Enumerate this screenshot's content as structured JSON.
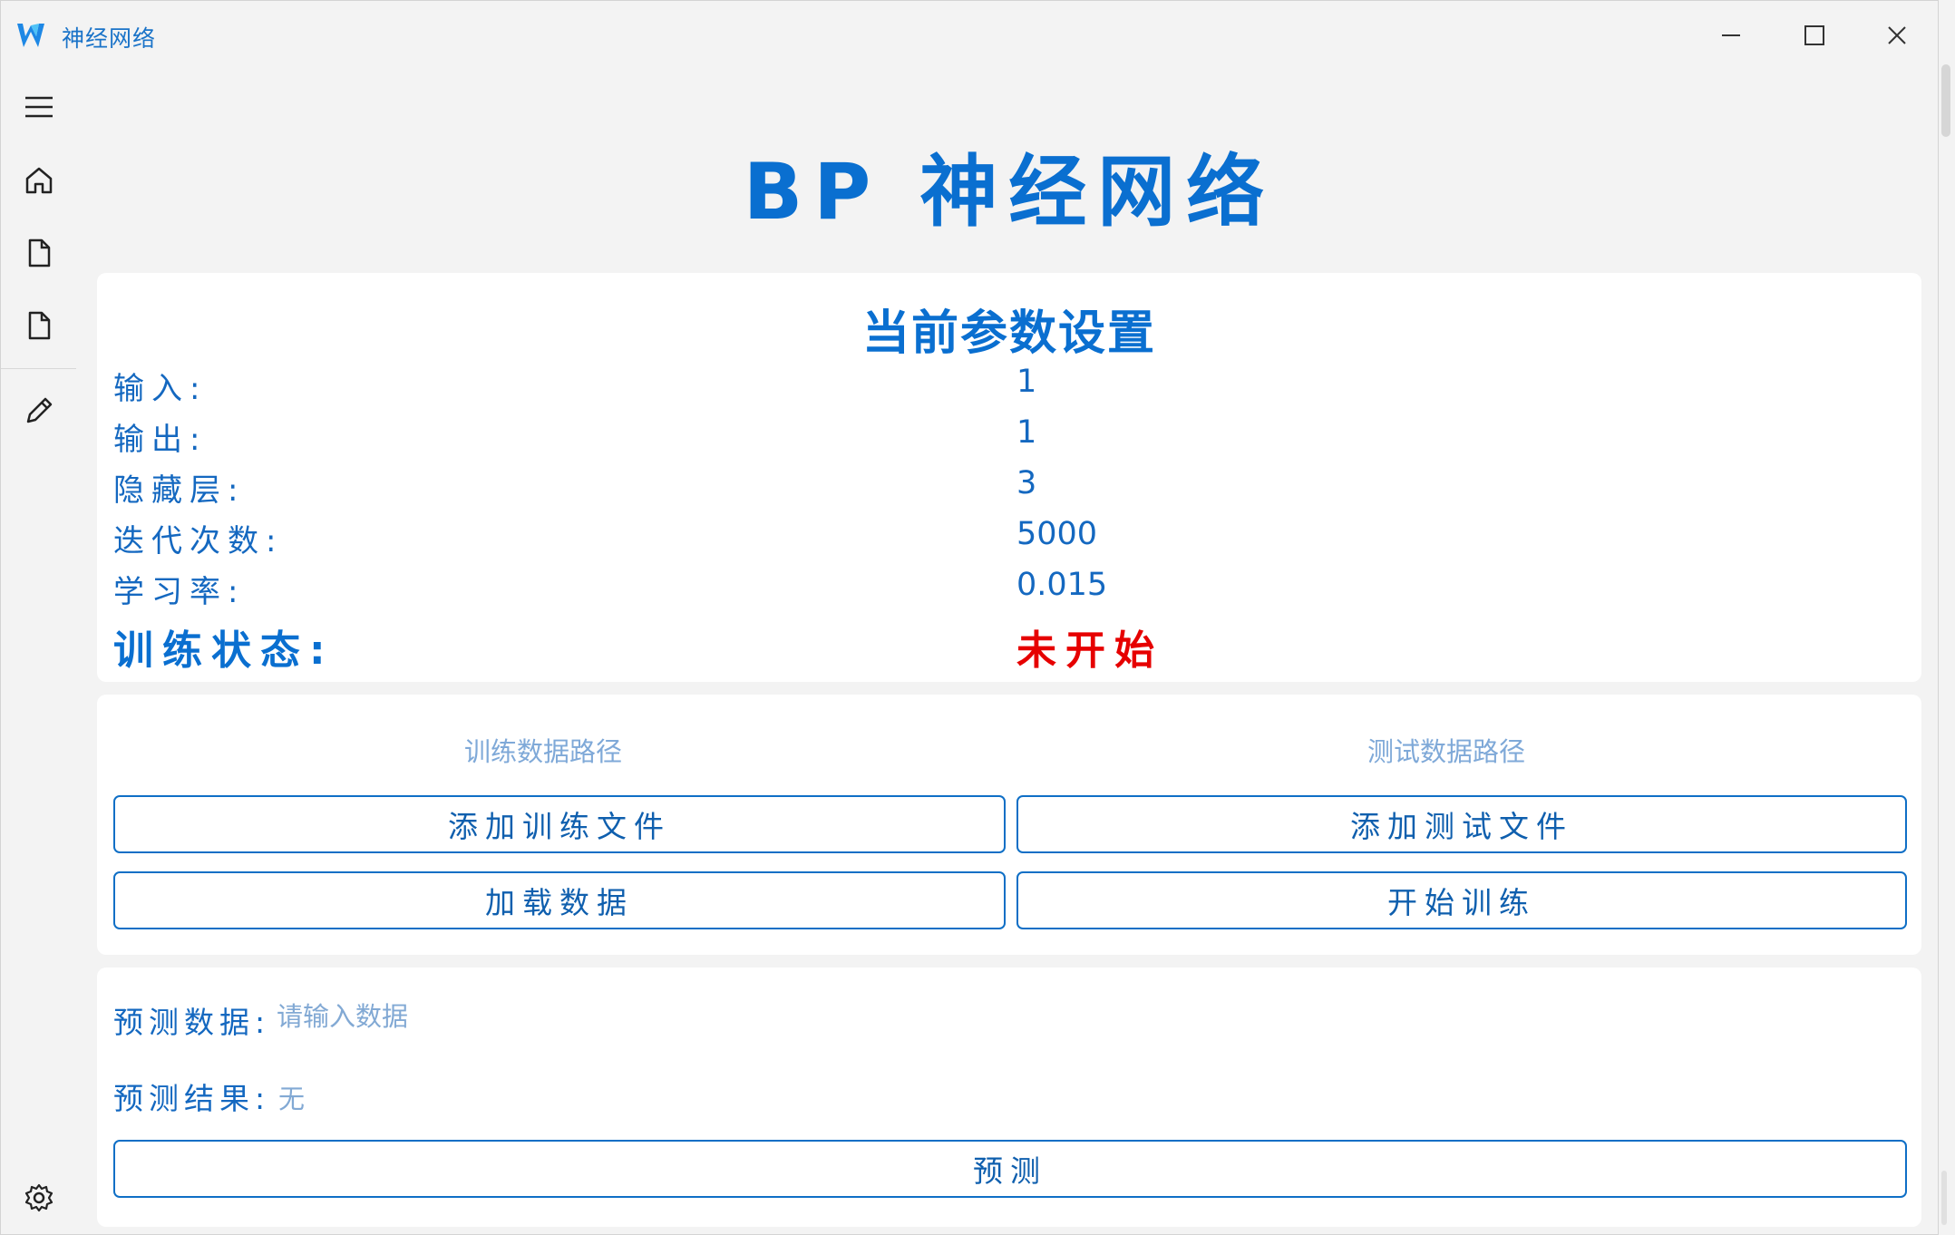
{
  "window": {
    "title": "神经网络"
  },
  "main": {
    "title": "BP 神经网络"
  },
  "params": {
    "heading": "当前参数设置",
    "rows": [
      {
        "label": "输入:",
        "value": "1"
      },
      {
        "label": "输出:",
        "value": "1"
      },
      {
        "label": "隐藏层:",
        "value": "3"
      },
      {
        "label": "迭代次数:",
        "value": "5000"
      },
      {
        "label": "学习率:",
        "value": "0.015"
      }
    ],
    "status_label": "训练状态:",
    "status_value": "未开始",
    "status_color": "#e60000"
  },
  "files": {
    "train_path_label": "训练数据路径",
    "test_path_label": "测试数据路径",
    "add_train_button": "添加训练文件",
    "add_test_button": "添加测试文件",
    "load_button": "加载数据",
    "train_button": "开始训练"
  },
  "predict": {
    "data_label": "预测数据:",
    "data_placeholder": "请输入数据",
    "result_label": "预测结果:",
    "result_value": "无",
    "predict_button": "预测"
  },
  "icons": {
    "nav": [
      "menu-icon",
      "home-icon",
      "document-icon",
      "document-icon",
      "pencil-icon"
    ],
    "footer": "gear-icon"
  },
  "colors": {
    "accent": "#0a6fd0",
    "status": "#e60000"
  }
}
